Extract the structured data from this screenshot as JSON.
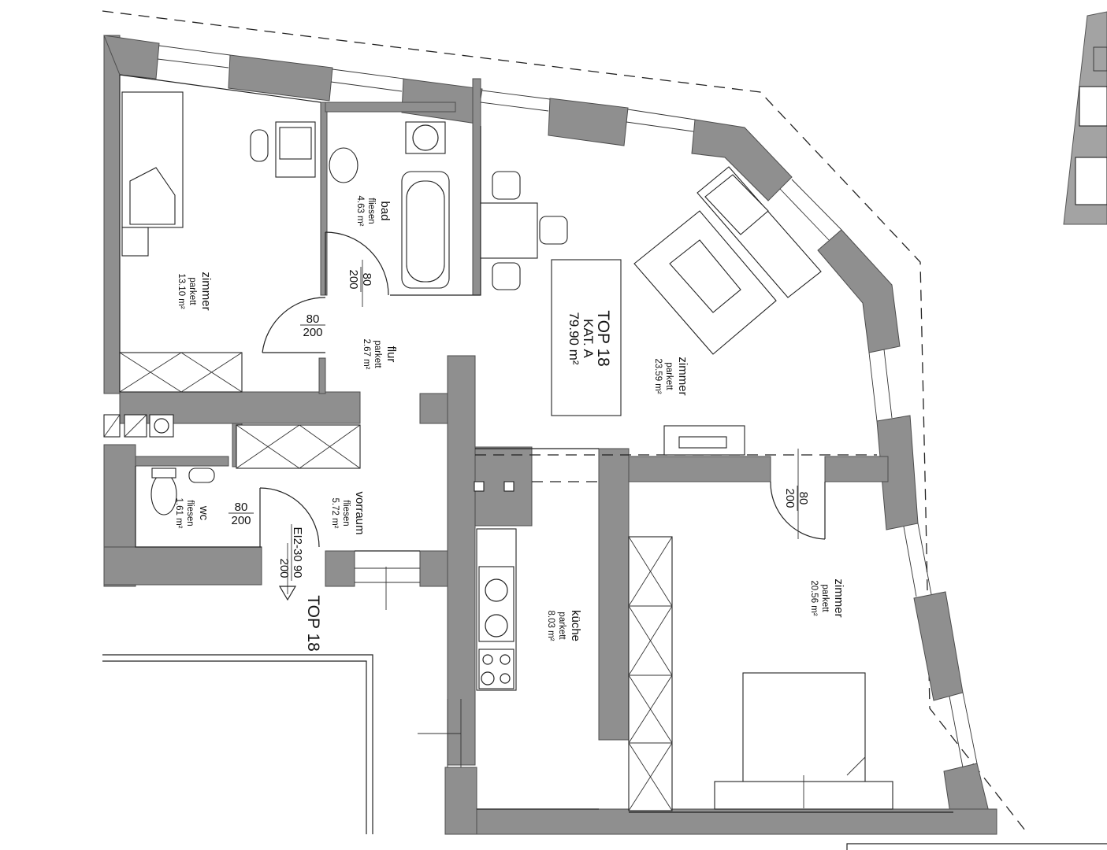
{
  "unit": {
    "name": "TOP 18",
    "category": "KAT. A",
    "area": "79.90 m²",
    "entrance_label": "TOP 18"
  },
  "rooms": [
    {
      "id": "zimmer1",
      "name": "zimmer",
      "floor": "parkett",
      "area": "13.10 m²"
    },
    {
      "id": "bad",
      "name": "bad",
      "floor": "fliesen",
      "area": "4.63 m²"
    },
    {
      "id": "flur",
      "name": "flur",
      "floor": "parkett",
      "area": "2.67 m²"
    },
    {
      "id": "zimmer2",
      "name": "zimmer",
      "floor": "parkett",
      "area": "23.59 m²"
    },
    {
      "id": "wc",
      "name": "wc",
      "floor": "fliesen",
      "area": "1.61 m²"
    },
    {
      "id": "vorraum",
      "name": "vorraum",
      "floor": "fliesen",
      "area": "5.72 m²"
    },
    {
      "id": "kueche",
      "name": "küche",
      "floor": "parkett",
      "area": "8.03 m²"
    },
    {
      "id": "zimmer3",
      "name": "zimmer",
      "floor": "parkett",
      "area": "20.56 m²"
    }
  ],
  "doors": [
    {
      "id": "door-bad",
      "width": "80",
      "height": "200"
    },
    {
      "id": "door-zimmer1",
      "width": "80",
      "height": "200"
    },
    {
      "id": "door-wc",
      "width": "80",
      "height": "200"
    },
    {
      "id": "door-zimmer3",
      "width": "80",
      "height": "200"
    }
  ],
  "entrance_door": {
    "rating": "EI2-30",
    "width": "90",
    "height": "200"
  },
  "colors": {
    "wall": "#8f8f8f",
    "line": "#222222",
    "background": "#ffffff"
  }
}
